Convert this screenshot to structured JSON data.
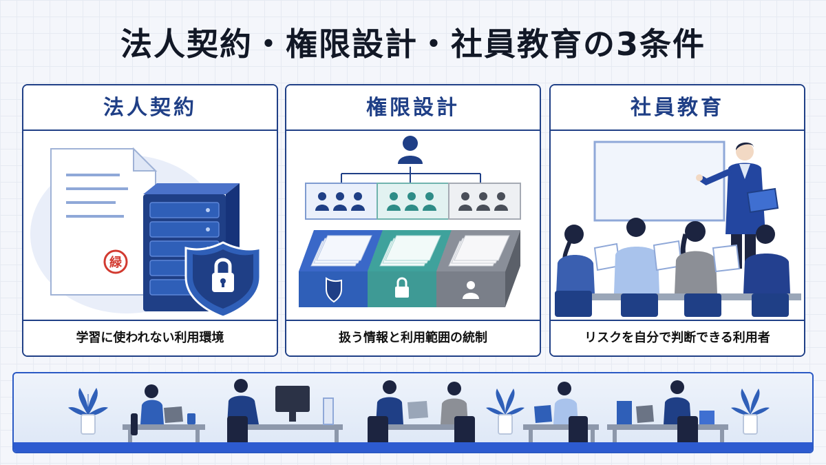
{
  "title": "法人契約・権限設計・社員教育の3条件",
  "panels": [
    {
      "heading": "法人契約",
      "caption": "学習に使われない利用環境",
      "icons": [
        "contract-document-icon",
        "seal-stamp-icon",
        "server-icon",
        "shield-lock-icon"
      ]
    },
    {
      "heading": "権限設計",
      "caption": "扱う情報と利用範囲の統制",
      "icons": [
        "admin-person-icon",
        "user-group-icon",
        "file-box-icon",
        "shield-icon",
        "lock-icon",
        "person-icon"
      ]
    },
    {
      "heading": "社員教育",
      "caption": "リスクを自分で判断できる利用者",
      "icons": [
        "whiteboard-icon",
        "presenter-icon",
        "trainee-icon"
      ]
    }
  ],
  "seal_text": "緑",
  "colors": {
    "navy": "#1f3f86",
    "blue": "#2f5fb8",
    "teal": "#3e9a95",
    "gray": "#7a7f89",
    "light_blue": "#dbe6f7"
  }
}
